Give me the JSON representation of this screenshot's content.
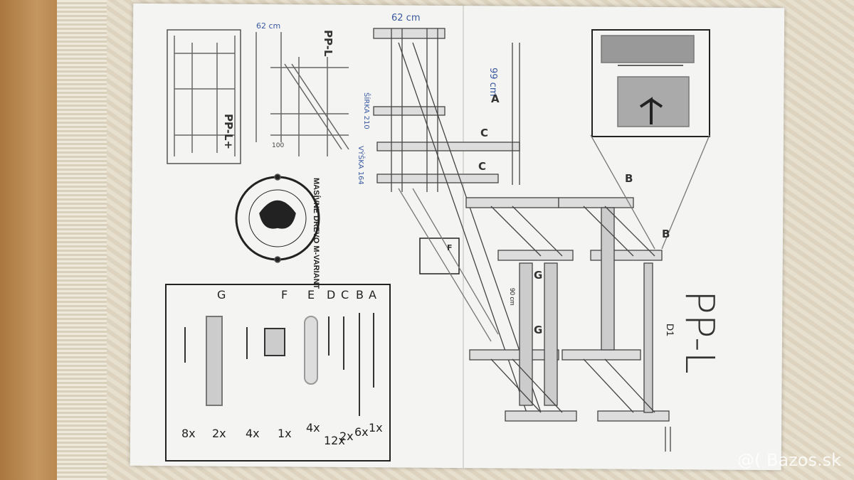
{
  "title": "PP-L",
  "thumbnails": {
    "left_label": "PP-L+",
    "right_label": "PP-L"
  },
  "dimensions": {
    "width_top": "62 cm",
    "width_thumb": "62 cm",
    "diag": "99 cm",
    "gap": "90 cm",
    "d1": "D1",
    "side1": "ŠÍRKA 210",
    "side2": "VÝŠKA 164",
    "thumb_100": "100"
  },
  "logo": {
    "text": "MASÍVNE DREVO  M-VARIANT"
  },
  "parts": {
    "letters": [
      "A",
      "B",
      "C",
      "D",
      "E",
      "F",
      "G"
    ],
    "counts": [
      "1x",
      "6x",
      "2x",
      "12x",
      "4x",
      "1x",
      "4x",
      "2x",
      "8x"
    ],
    "group_labels": [
      "G",
      "F",
      "E"
    ]
  },
  "diagram_labels": [
    "A",
    "C",
    "C",
    "B",
    "B",
    "G",
    "G",
    "F"
  ],
  "watermark": "@( Bazos.sk",
  "colors": {
    "paper": "#f4f4f2",
    "ink": "#333333",
    "wood": "#b88a55"
  }
}
